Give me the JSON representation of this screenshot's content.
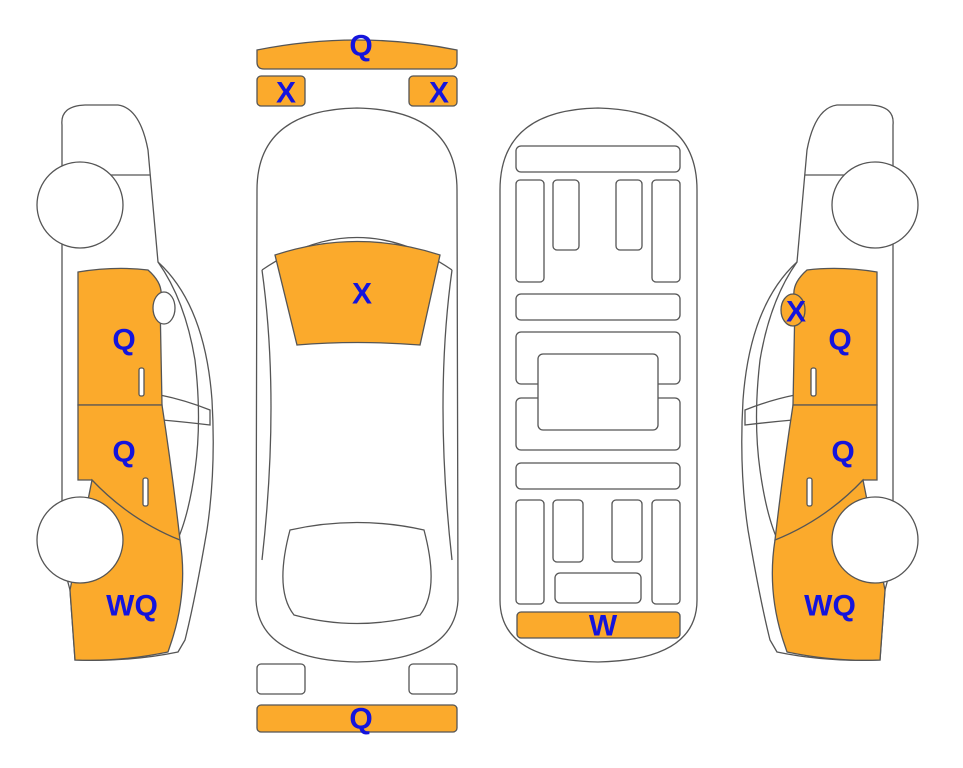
{
  "colors": {
    "damage_fill": "#FBAA2C",
    "label_text": "#1414DC",
    "outline": "#555555"
  },
  "left_side": {
    "front_door": "Q",
    "rear_door": "Q",
    "rear_quarter": "WQ"
  },
  "top_view": {
    "front_bumper": "Q",
    "left_headlight": "X",
    "right_headlight": "X",
    "windshield": "X",
    "rear_bumper": "Q"
  },
  "underbody": {
    "rear_panel": "W"
  },
  "right_side": {
    "mirror_window": "X",
    "front_door": "Q",
    "rear_door": "Q",
    "rear_quarter": "WQ"
  }
}
